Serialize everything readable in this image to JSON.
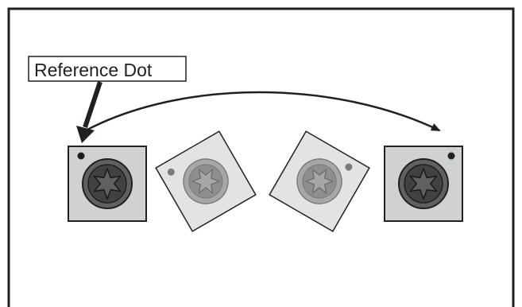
{
  "diagram": {
    "callout_label": "Reference Dot",
    "colors": {
      "frame_stroke": "#231f20",
      "plate_dark": "#cfd1d3",
      "plate_light": "#e2e3e4",
      "knob_dark_outer": "#5e6062",
      "knob_dark_inner": "#3f4143",
      "knob_light_outer": "#a5a7a9",
      "knob_light_inner": "#8c8e90",
      "dot_dark": "#231f20",
      "dot_light": "#7a7c7e"
    },
    "rotation_sequence_deg": [
      0,
      -30,
      30,
      0
    ],
    "arrow_direction": "left-to-right"
  }
}
